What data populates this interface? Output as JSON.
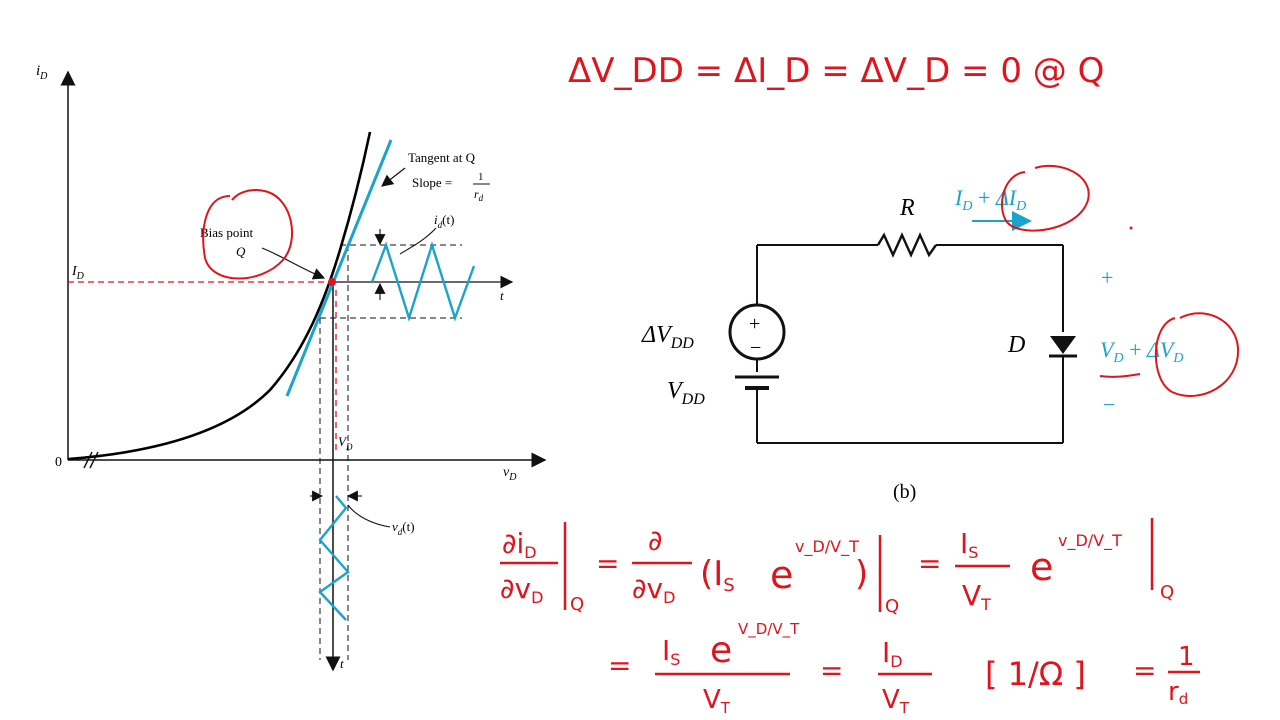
{
  "colors": {
    "ink": "#111111",
    "curve": "#000000",
    "tangent": "#1aa3cc",
    "signal": "#1aa3cc",
    "handwriting": "#e0141c",
    "circuit_blue": "#1aa3cc"
  },
  "graph": {
    "y_axis_label": "i",
    "y_axis_sub": "D",
    "x_axis_label": "v",
    "x_axis_sub": "D",
    "origin": "0",
    "id_label": "I",
    "id_sub": "D",
    "vd_label": "V",
    "vd_sub": "D",
    "t_right": "t",
    "t_bottom": "t",
    "tangent_line1": "Tangent at Q",
    "tangent_slope": "Slope =",
    "tangent_num": "1",
    "tangent_den": "r",
    "tangent_den_sub": "d",
    "bias_line1": "Bias point",
    "bias_line2": "Q",
    "id_t_label": "i",
    "id_t_sub": "d",
    "id_t_arg": "(t)",
    "vd_t_label": "v",
    "vd_t_sub": "d",
    "vd_t_arg": "(t)"
  },
  "circuit": {
    "r_label": "R",
    "d_label": "D",
    "dvdd_label": "ΔV",
    "dvdd_sub": "DD",
    "vdd_label": "V",
    "vdd_sub": "DD",
    "plus": "+",
    "minus": "−",
    "current_a": "I",
    "current_a_sub": "D",
    "current_op": " + ",
    "current_b": "ΔI",
    "current_b_sub": "D",
    "vd_a": "V",
    "vd_a_sub": "D",
    "vd_op": " + ",
    "vd_b": "ΔV",
    "vd_b_sub": "D",
    "plus_right": "+",
    "minus_right": "−",
    "caption": "(b)"
  },
  "notes": {
    "line1": "ΔV_DD = ΔI_D = ΔV_D = 0   @ Q",
    "eq1_lhs_num": "∂i",
    "eq1_lhs_num_sub": "D",
    "eq1_lhs_den": "∂v",
    "eq1_lhs_den_sub": "D",
    "eq1_at": "Q",
    "eq1_eq": "=",
    "eq1_d_num": "∂",
    "eq1_d_den": "∂v",
    "eq1_d_den_sub": "D",
    "eq1_paren": "(I",
    "eq1_paren_sub": "S",
    "eq1_e": "e",
    "eq1_e_sup": "v_D/V_T",
    "eq1_close": ")",
    "eq1_at2": "Q",
    "eq1_eq2": "=",
    "eq1_frac_num": "I",
    "eq1_frac_num_sub": "S",
    "eq1_frac_den": "V",
    "eq1_frac_den_sub": "T",
    "eq1_e2": "e",
    "eq1_e2_sup": "v_D/V_T",
    "eq1_at3": "Q",
    "eq2_eq": "=",
    "eq2_num": "I",
    "eq2_num_sub": "S",
    "eq2_e": "e",
    "eq2_e_sup": "V_D/V_T",
    "eq2_den": "V",
    "eq2_den_sub": "T",
    "eq2_eq2": "=",
    "eq2_num2": "I",
    "eq2_num2_sub": "D",
    "eq2_den2": "V",
    "eq2_den2_sub": "T",
    "eq2_unit": "[ 1/Ω ]",
    "eq2_eq3": "=",
    "eq2_final_num": "1",
    "eq2_final_den": "r",
    "eq2_final_den_sub": "d"
  }
}
